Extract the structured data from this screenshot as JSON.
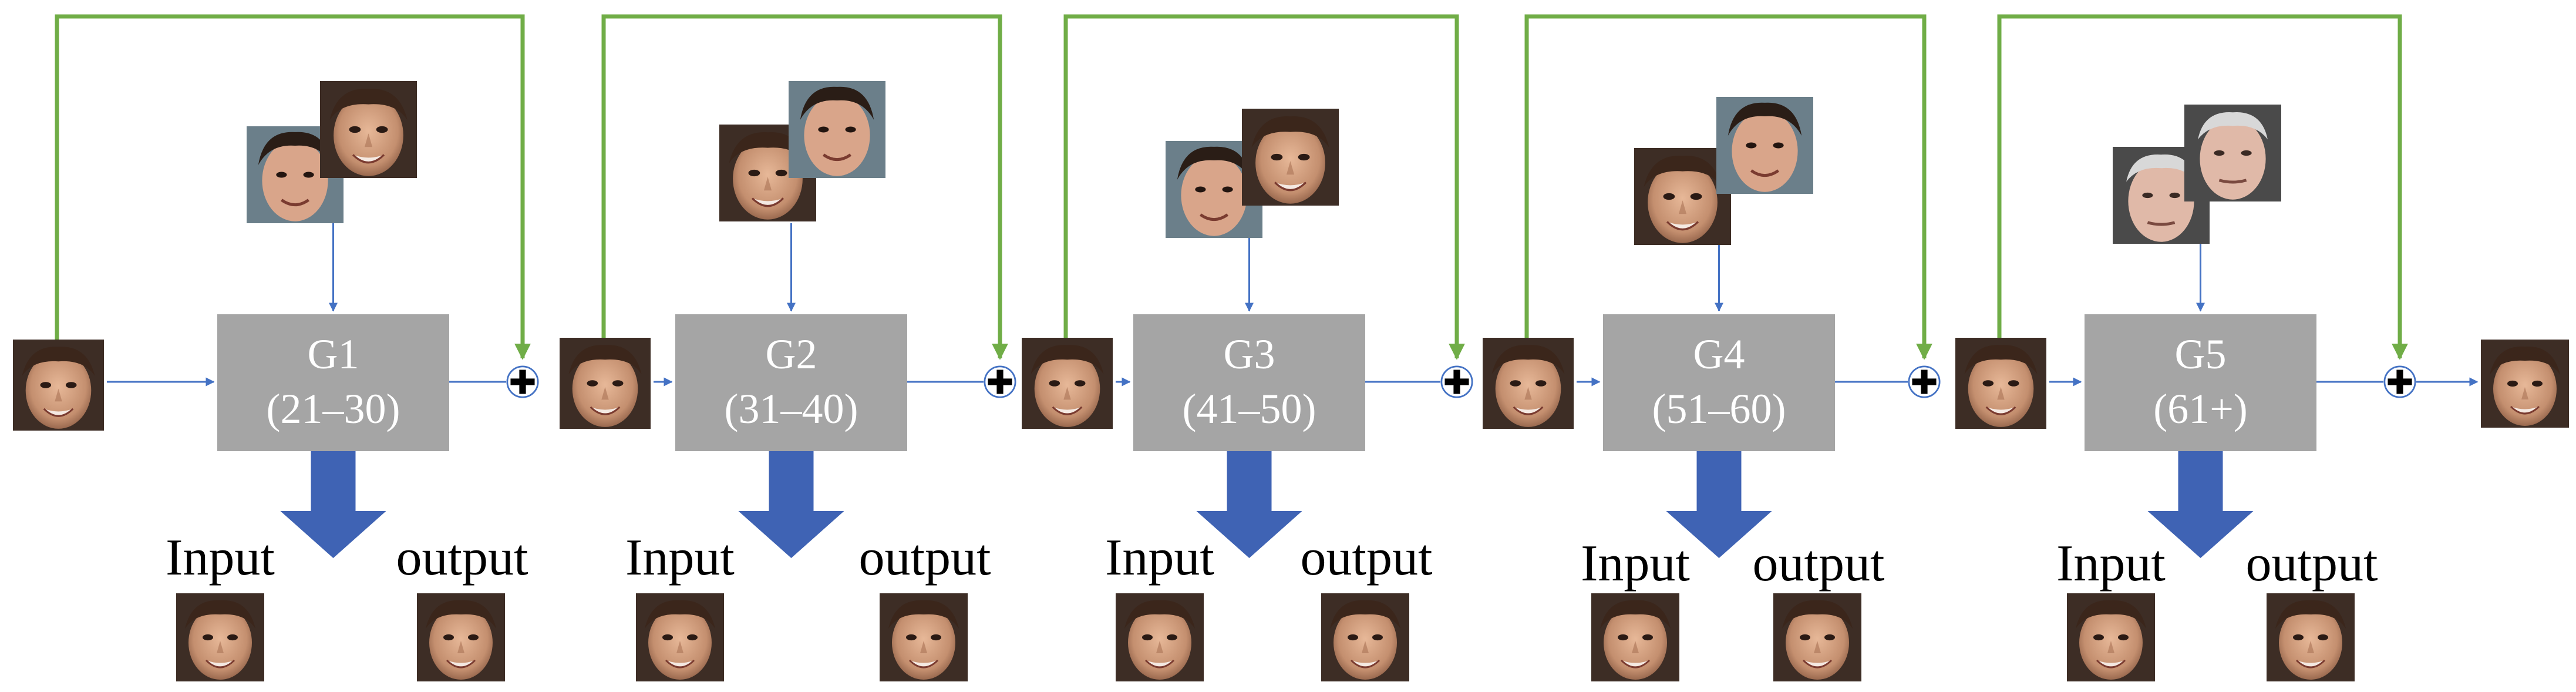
{
  "colors": {
    "box_fill": "#a5a5a5",
    "box_text": "#ffffff",
    "flow_line": "#4472c4",
    "skip_line": "#70ad47",
    "down_arrow": "#3f63b4",
    "plus": "#000000",
    "background": "#ffffff"
  },
  "icons": {
    "face_photo": "face-photo-icon",
    "plus_junction": "plus-icon"
  },
  "stages": [
    {
      "name": "G1",
      "range": "(21–30)",
      "input_label": "Input",
      "output_label": "output"
    },
    {
      "name": "G2",
      "range": "(31–40)",
      "input_label": "Input",
      "output_label": "output"
    },
    {
      "name": "G3",
      "range": "(41–50)",
      "input_label": "Input",
      "output_label": "output"
    },
    {
      "name": "G4",
      "range": "(51–60)",
      "input_label": "Input",
      "output_label": "output"
    },
    {
      "name": "G5",
      "range": "(61+)",
      "input_label": "Input",
      "output_label": "output"
    }
  ]
}
